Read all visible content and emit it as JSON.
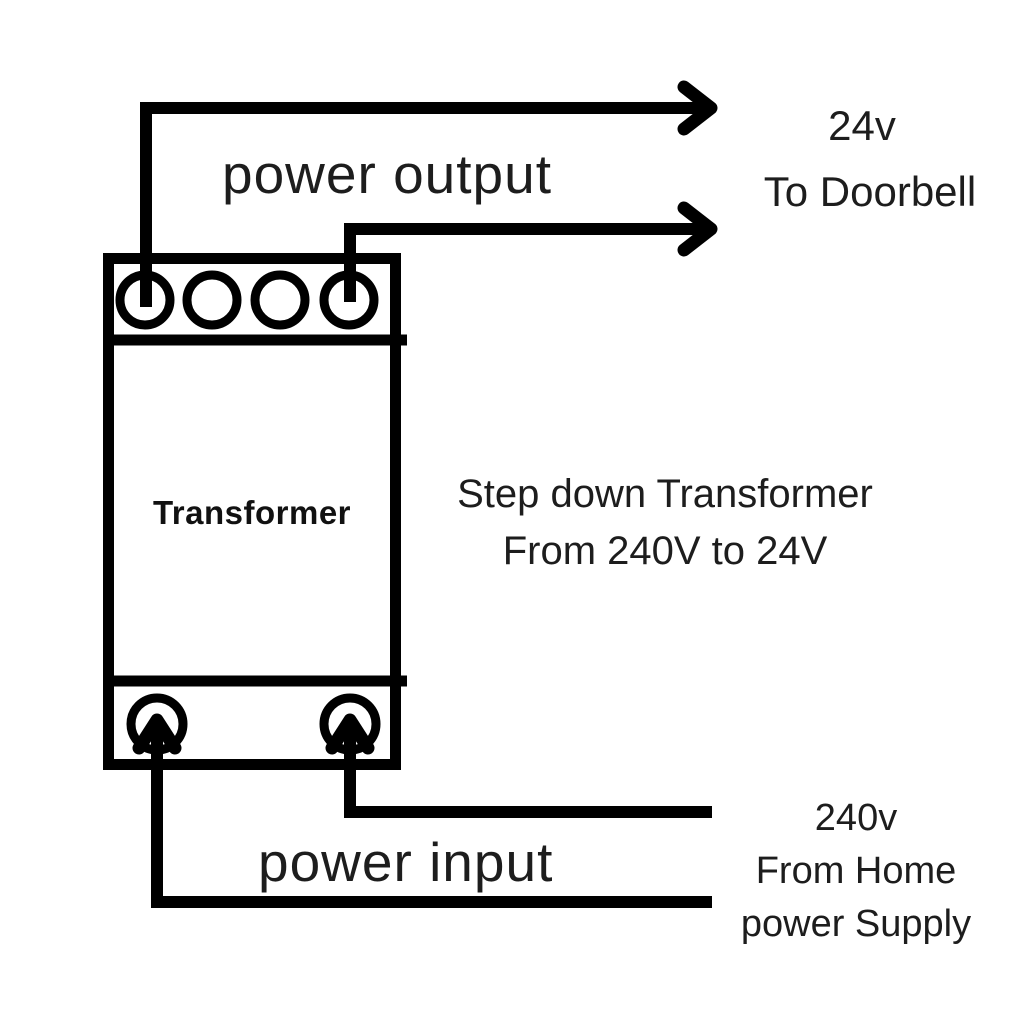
{
  "labels": {
    "power_output": "power output",
    "output_voltage": "24v",
    "output_destination": "To Doorbell",
    "transformer": "Transformer",
    "description_line1": "Step down Transformer",
    "description_line2": "From 240V to 24V",
    "power_input": "power input",
    "input_voltage": "240v",
    "input_source_line1": "From Home",
    "input_source_line2": "power Supply"
  },
  "colors": {
    "wire": "#000000",
    "text": "#1d1d1d",
    "background": "#ffffff"
  }
}
